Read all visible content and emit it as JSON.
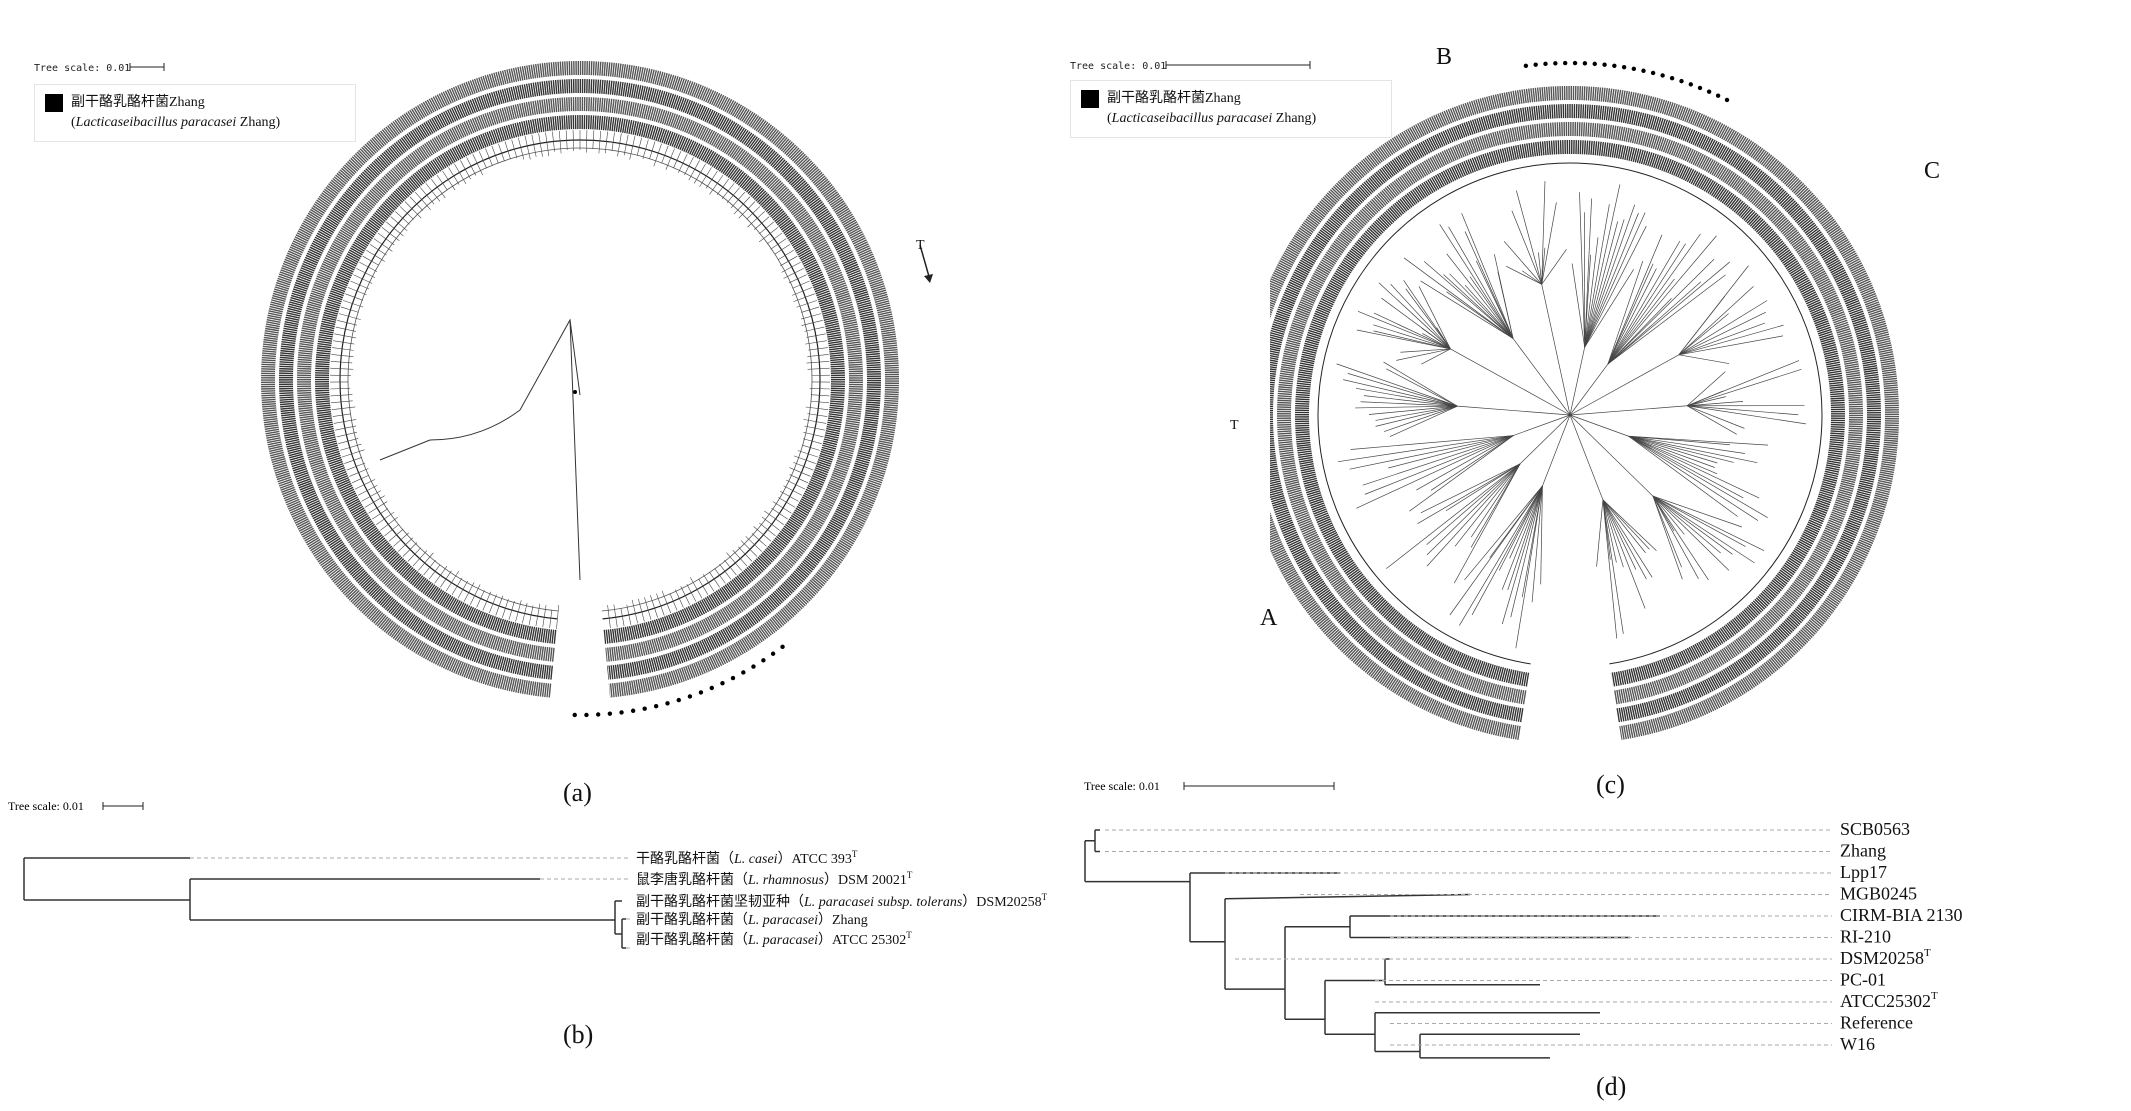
{
  "panels": {
    "a": {
      "caption": "(a)",
      "scale_label": "Tree scale: 0.01",
      "legend_label": "副干酪乳酪杆菌Zhang",
      "legend_latin": "Lacticaseibacillus paracasei",
      "legend_strain": "Zhang",
      "marker": "T"
    },
    "b": {
      "caption": "(b)",
      "scale_label": "Tree scale: 0.01",
      "leaves": [
        {
          "cn": "干酪乳酪杆菌（",
          "latin": "L. casei",
          "rest": "）ATCC 393",
          "sup": "T"
        },
        {
          "cn": "鼠李唐乳酪杆菌（",
          "latin": "L. rhamnosus",
          "rest": "）DSM 20021",
          "sup": "T"
        },
        {
          "cn": "副干酪乳酪杆菌坚韧亚种（",
          "latin": "L. paracasei subsp. tolerans",
          "rest": "）DSM20258",
          "sup": "T"
        },
        {
          "cn": "副干酪乳酪杆菌（",
          "latin": "L. paracasei",
          "rest": "）Zhang",
          "sup": ""
        },
        {
          "cn": "副干酪乳酪杆菌（",
          "latin": "L. paracasei",
          "rest": "）ATCC 25302",
          "sup": "T"
        }
      ]
    },
    "c": {
      "caption": "(c)",
      "scale_label": "Tree scale: 0.01",
      "legend_label": "副干酪乳酪杆菌Zhang",
      "legend_latin": "Lacticaseibacillus paracasei",
      "legend_strain": "Zhang",
      "clade_a": "A",
      "clade_b": "B",
      "clade_c": "C",
      "marker": "T"
    },
    "d": {
      "caption": "(d)",
      "scale_label": "Tree scale: 0.01",
      "leaves": [
        {
          "name": "SCB0563",
          "sup": ""
        },
        {
          "name": "Zhang",
          "sup": ""
        },
        {
          "name": "Lpp17",
          "sup": ""
        },
        {
          "name": "MGB0245",
          "sup": ""
        },
        {
          "name": "CIRM-BIA 2130",
          "sup": ""
        },
        {
          "name": "RI-210",
          "sup": ""
        },
        {
          "name": "DSM20258",
          "sup": "T"
        },
        {
          "name": "PC-01",
          "sup": ""
        },
        {
          "name": "ATCC25302",
          "sup": "T"
        },
        {
          "name": "Reference",
          "sup": ""
        },
        {
          "name": "W16",
          "sup": ""
        }
      ]
    }
  }
}
